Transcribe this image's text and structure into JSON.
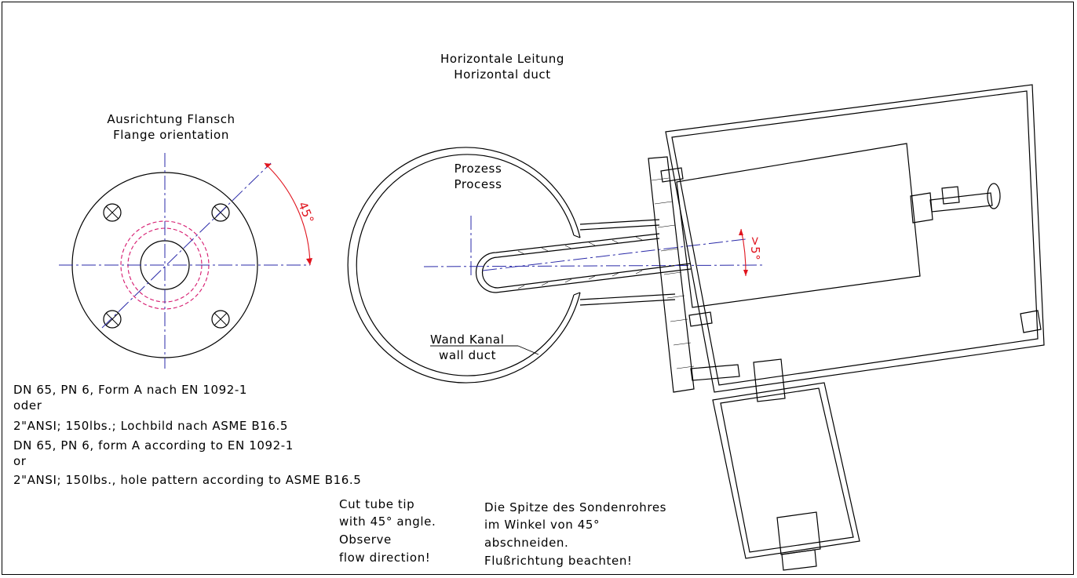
{
  "flange": {
    "title_de": "Ausrichtung Flansch",
    "title_en": "Flange orientation",
    "angle_label": "45°"
  },
  "duct": {
    "title_de": "Horizontale Leitung",
    "title_en": "Horizontal duct",
    "process_de": "Prozess",
    "process_en": "Process",
    "wall_de": "Wand Kanal",
    "wall_en": "wall duct",
    "angle_label": ">5°"
  },
  "spec_lines": [
    "DN 65, PN 6, Form A nach EN 1092-1",
    "oder",
    "2\"ANSI; 150lbs.; Lochbild nach ASME B16.5",
    "DN 65, PN 6, form A according to EN 1092-1",
    "or",
    "2\"ANSI; 150lbs., hole pattern according to ASME B16.5"
  ],
  "note_en": [
    "Cut tube tip",
    "with 45° angle.",
    "Observe",
    "flow direction!"
  ],
  "note_de": [
    "Die Spitze des Sondenrohres",
    "im Winkel von 45°",
    "abschneiden.",
    "Flußrichtung beachten!"
  ],
  "colors": {
    "dimension": "#e0141e",
    "centerline": "#2a2aa8",
    "hidden": "#d6186e"
  }
}
